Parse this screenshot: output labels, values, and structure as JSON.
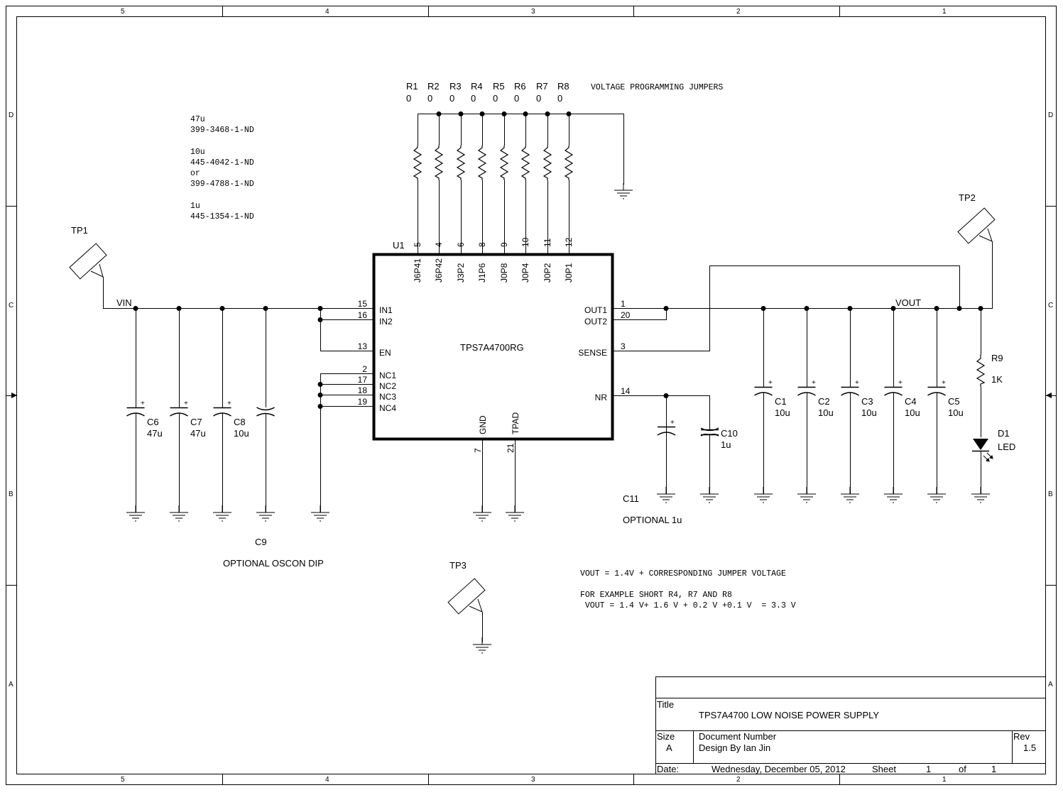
{
  "frame": {
    "zones_h": [
      "5",
      "4",
      "3",
      "2",
      "1"
    ],
    "zones_v": [
      "D",
      "C",
      "B",
      "A"
    ]
  },
  "notes": {
    "part_numbers": [
      "47u",
      "399-3468-1-ND",
      "10u",
      "445-4042-1-ND",
      "or",
      "399-4788-1-ND",
      "1u",
      "445-1354-1-ND"
    ],
    "jumpers_title": "VOLTAGE PROGRAMMING JUMPERS",
    "formula": [
      "VOUT = 1.4V + CORRESPONDING JUMPER VOLTAGE",
      "FOR EXAMPLE SHORT R4, R7 AND R8",
      " VOUT = 1.4 V+ 1.6 V + 0.2 V +0.1 V  = 3.3 V"
    ],
    "c9_note": "OPTIONAL OSCON DIP",
    "c11_note": "OPTIONAL 1u"
  },
  "nets": {
    "vin": "VIN",
    "vout": "VOUT"
  },
  "testpoints": [
    "TP1",
    "TP2",
    "TP3"
  ],
  "ic": {
    "ref": "U1",
    "part": "TPS7A4700RG",
    "top_pins": [
      {
        "num": "5",
        "name": "J6P41"
      },
      {
        "num": "4",
        "name": "J6P42"
      },
      {
        "num": "6",
        "name": "J3P2"
      },
      {
        "num": "8",
        "name": "J1P6"
      },
      {
        "num": "9",
        "name": "J0P8"
      },
      {
        "num": "10",
        "name": "J0P4"
      },
      {
        "num": "11",
        "name": "J0P2"
      },
      {
        "num": "12",
        "name": "J0P1"
      }
    ],
    "left_pins": [
      {
        "num": "15",
        "name": "IN1"
      },
      {
        "num": "16",
        "name": "IN2"
      },
      {
        "num": "13",
        "name": "EN"
      },
      {
        "num": "2",
        "name": "NC1"
      },
      {
        "num": "17",
        "name": "NC2"
      },
      {
        "num": "18",
        "name": "NC3"
      },
      {
        "num": "19",
        "name": "NC4"
      }
    ],
    "right_pins": [
      {
        "num": "1",
        "name": "OUT1"
      },
      {
        "num": "20",
        "name": "OUT2"
      },
      {
        "num": "3",
        "name": "SENSE"
      },
      {
        "num": "14",
        "name": "NR"
      }
    ],
    "bottom_pins": [
      {
        "num": "7",
        "name": "GND"
      },
      {
        "num": "21",
        "name": "TPAD"
      }
    ]
  },
  "jumper_resistors": [
    {
      "ref": "R1",
      "value": "0"
    },
    {
      "ref": "R2",
      "value": "0"
    },
    {
      "ref": "R3",
      "value": "0"
    },
    {
      "ref": "R4",
      "value": "0"
    },
    {
      "ref": "R5",
      "value": "0"
    },
    {
      "ref": "R6",
      "value": "0"
    },
    {
      "ref": "R7",
      "value": "0"
    },
    {
      "ref": "R8",
      "value": "0"
    }
  ],
  "input_caps": [
    {
      "ref": "C6",
      "value": "47u"
    },
    {
      "ref": "C7",
      "value": "47u"
    },
    {
      "ref": "C8",
      "value": "10u"
    },
    {
      "ref": "C9",
      "value": ""
    }
  ],
  "output_caps": [
    {
      "ref": "C1",
      "value": "10u"
    },
    {
      "ref": "C2",
      "value": "10u"
    },
    {
      "ref": "C3",
      "value": "10u"
    },
    {
      "ref": "C4",
      "value": "10u"
    },
    {
      "ref": "C5",
      "value": "10u"
    }
  ],
  "nr_caps": [
    {
      "ref": "C10",
      "value": "1u"
    },
    {
      "ref": "C11",
      "value": ""
    }
  ],
  "r9": {
    "ref": "R9",
    "value": "1K"
  },
  "d1": {
    "ref": "D1",
    "value": "LED"
  },
  "title_block": {
    "title_label": "Title",
    "title": "TPS7A4700 LOW NOISE POWER SUPPLY",
    "size_label": "Size",
    "size": "A",
    "docnum_label": "Document Number",
    "design_by": "Design By Ian Jin",
    "rev_label": "Rev",
    "rev": "1.5",
    "date_label": "Date:",
    "date": "Wednesday, December 05, 2012",
    "sheet_label": "Sheet",
    "sheet": "1",
    "of_label": "of",
    "sheet_total": "1"
  }
}
